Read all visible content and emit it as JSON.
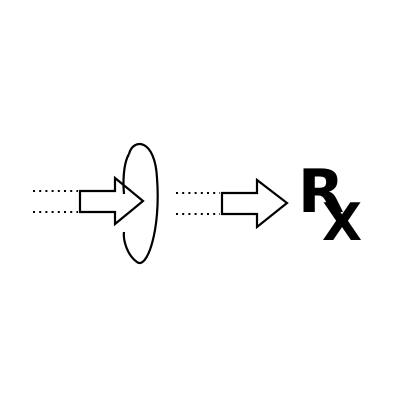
{
  "symbol": {
    "r": "R",
    "x": "X"
  },
  "colors": {
    "ink": "#000000",
    "background": "#ffffff"
  },
  "icons": [
    "incoming-light-rays",
    "lens-ring",
    "focused-light-rays",
    "prescription-rx-symbol"
  ]
}
